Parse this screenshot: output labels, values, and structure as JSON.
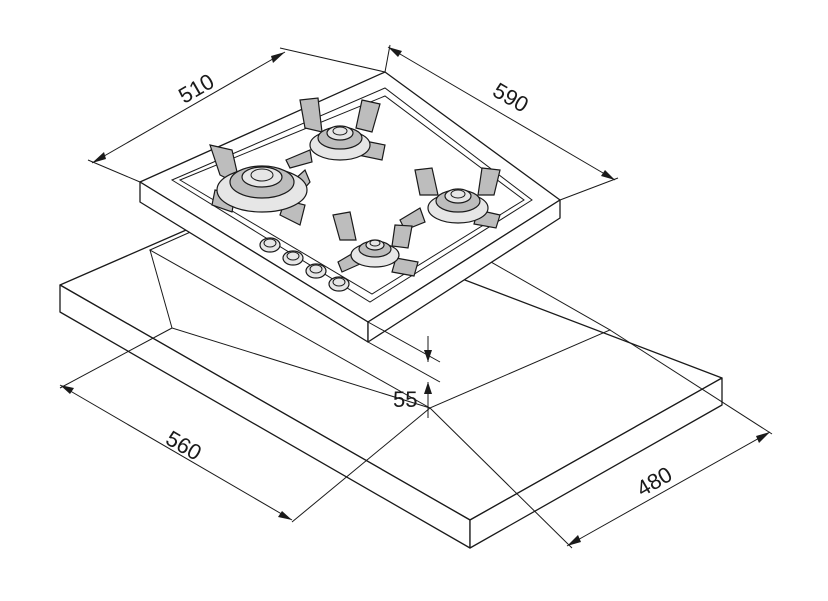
{
  "dimensions": {
    "hob_depth": "510",
    "hob_width": "590",
    "cutout_width": "560",
    "cutout_depth": "480",
    "hob_height": "55"
  },
  "colors": {
    "line": "#1a1a1a",
    "burner_shade": "#bdbdbd",
    "background": "#ffffff"
  }
}
